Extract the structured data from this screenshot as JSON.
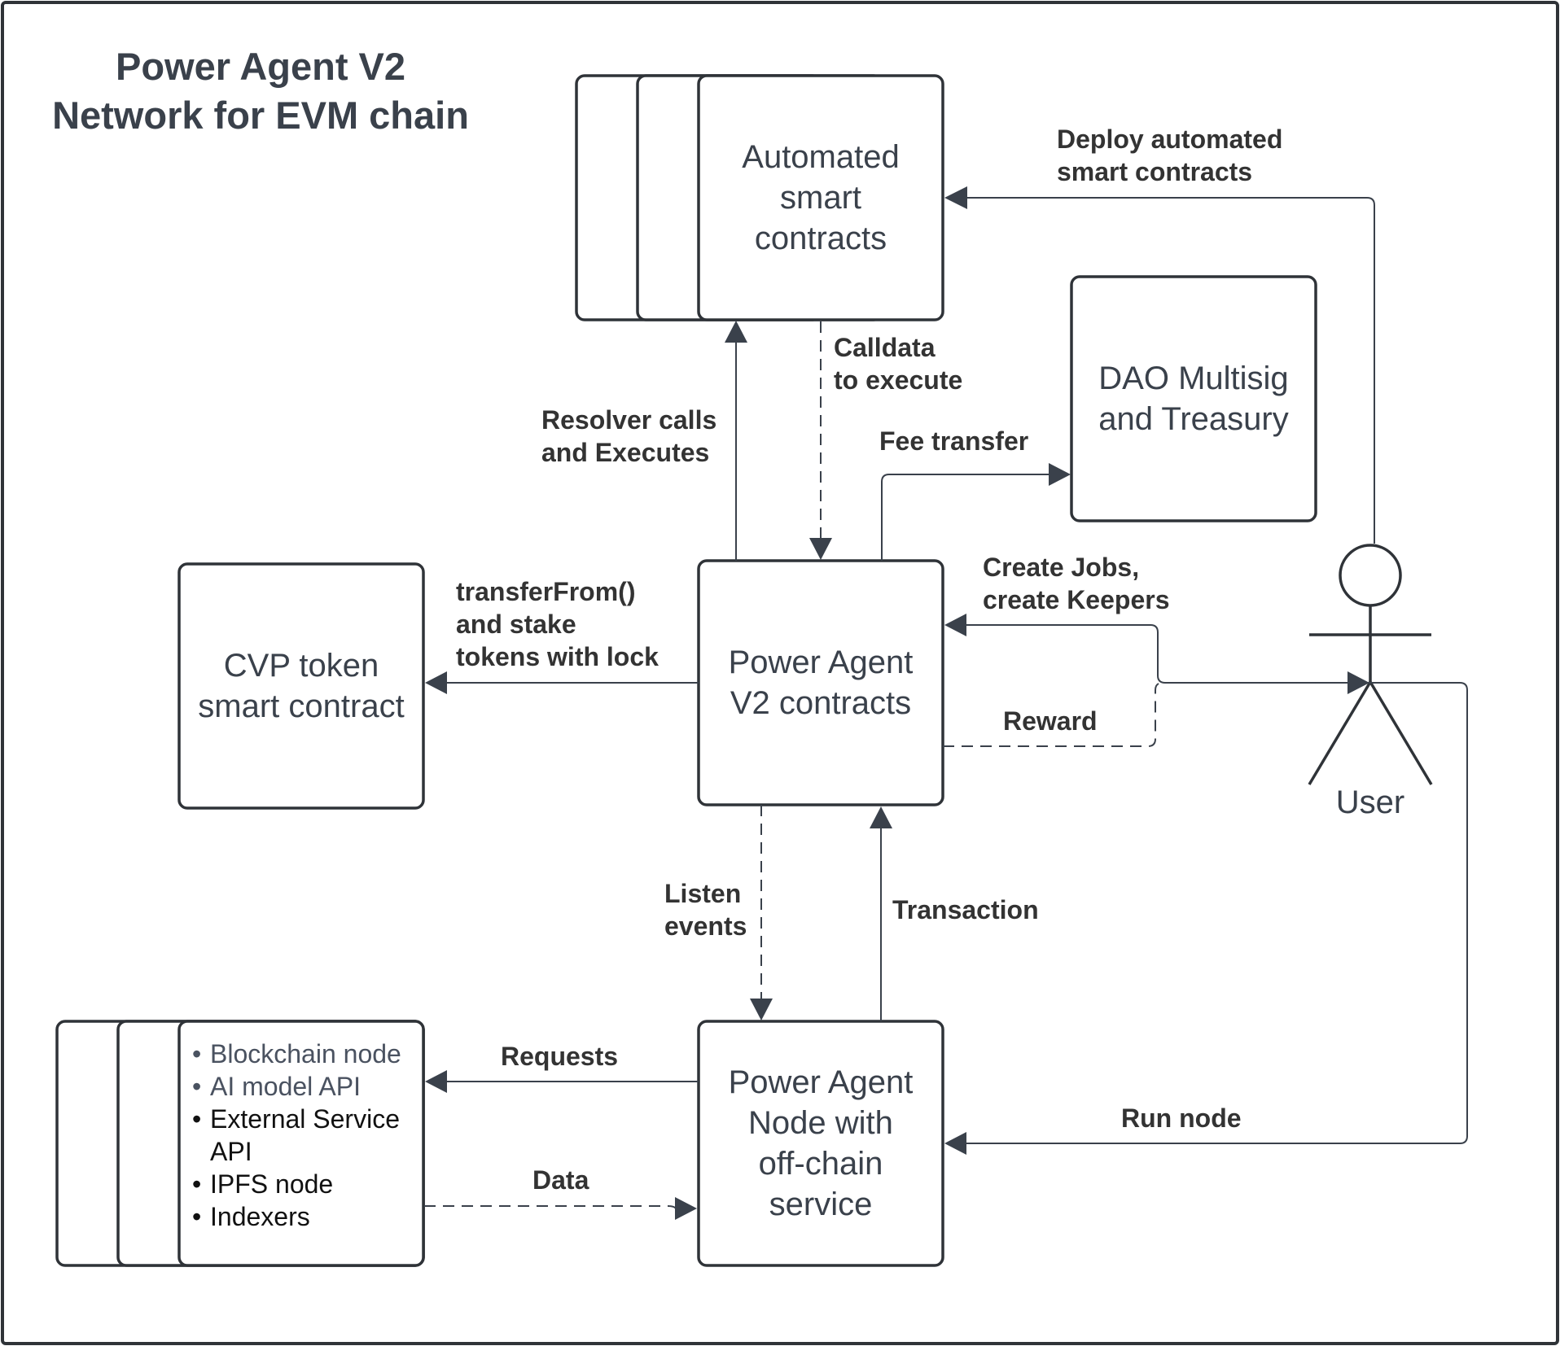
{
  "title": {
    "line1": "Power Agent V2",
    "line2": "Network for EVM chain"
  },
  "nodes": {
    "automated_contracts": [
      "Automated",
      "smart",
      "contracts"
    ],
    "dao_treasury": [
      "DAO Multisig",
      "and Treasury"
    ],
    "cvp_token": [
      "CVP token",
      "smart contract"
    ],
    "agent_contracts": [
      "Power Agent",
      "V2 contracts"
    ],
    "agent_node": [
      "Power Agent",
      "Node with",
      "off-chain",
      "service"
    ],
    "user": "User"
  },
  "external_resources": [
    "Blockchain node",
    "AI model API",
    "External Service API",
    "IPFS node",
    "Indexers"
  ],
  "edges": {
    "deploy": [
      "Deploy automated",
      "smart contracts"
    ],
    "calldata": [
      "Calldata",
      "to execute"
    ],
    "resolver": [
      "Resolver calls",
      "and Executes"
    ],
    "fee": "Fee transfer",
    "transfer_from": [
      "transferFrom()",
      "and stake",
      "tokens with lock"
    ],
    "create_jobs": [
      "Create Jobs,",
      "create Keepers"
    ],
    "reward": "Reward",
    "listen": [
      "Listen",
      "events"
    ],
    "transaction": "Transaction",
    "requests": "Requests",
    "data": "Data",
    "run_node": "Run node"
  },
  "colors": {
    "text": "#3a414b",
    "stroke": "#2f3338",
    "background": "#ffffff"
  }
}
